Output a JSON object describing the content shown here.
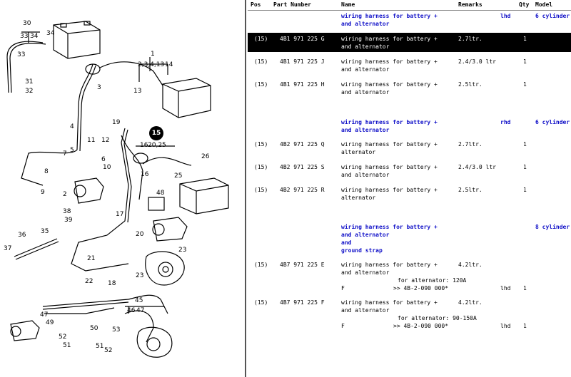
{
  "diagram": {
    "callouts": [
      "30",
      "33",
      "34",
      "34",
      "33",
      "31",
      "32",
      "1",
      "2,3,4,13",
      "14",
      "13",
      "3",
      "4",
      "19",
      "12",
      "11",
      "7",
      "5",
      "6",
      "8",
      "10",
      "9",
      "2",
      "15",
      "16",
      "20,25",
      "26",
      "25",
      "16",
      "48",
      "38",
      "39",
      "17",
      "36",
      "35",
      "37",
      "20",
      "23",
      "21",
      "22",
      "18",
      "23",
      "47",
      "45",
      "46",
      "47",
      "49",
      "50",
      "53",
      "52",
      "51",
      "51",
      "52"
    ],
    "highlighted_callout": "15"
  },
  "table": {
    "headers": {
      "pos": "Pos",
      "part": "Part Number",
      "name": "Name",
      "remarks": "Remarks",
      "qty": "Qty",
      "model": "Model"
    },
    "sections": [
      {
        "name1": "wiring harness for battery +",
        "name2": "and alternator",
        "side": "lhd",
        "model": "6 cylinder"
      },
      {
        "name1": "wiring harness for battery +",
        "name2": "and alternator",
        "side": "rhd",
        "model": "6 cylinder"
      },
      {
        "name1": "wiring harness for battery +",
        "name2": "and alternator",
        "name3": "and",
        "name4": "ground strap",
        "model": "8 cylinder"
      }
    ],
    "rows": [
      {
        "pos": "(15)",
        "part": "4B1 971 225 G",
        "name1": "wiring harness for battery +",
        "name2": "and alternator",
        "remarks": "2.7ltr.",
        "qty": "1"
      },
      {
        "pos": "(15)",
        "part": "4B1 971 225 J",
        "name1": "wiring harness for battery +",
        "name2": "and alternator",
        "remarks": "2.4/3.0 ltr",
        "qty": "1"
      },
      {
        "pos": "(15)",
        "part": "4B1 971 225 H",
        "name1": "wiring harness for battery +",
        "name2": "and alternator",
        "remarks": "2.5ltr.",
        "qty": "1"
      },
      {
        "pos": "(15)",
        "part": "4B2 971 225 Q",
        "name1": "wiring harness for battery +",
        "name2": "alternator",
        "remarks": "2.7ltr.",
        "qty": "1"
      },
      {
        "pos": "(15)",
        "part": "4B2 971 225 S",
        "name1": "wiring harness for battery +",
        "name2": "and alternator",
        "remarks": "2.4/3.0 ltr",
        "qty": "1"
      },
      {
        "pos": "(15)",
        "part": "4B2 971 225 R",
        "name1": "wiring harness for battery +",
        "name2": "alternator",
        "remarks": "2.5ltr.",
        "qty": "1"
      },
      {
        "pos": "(15)",
        "part": "4B7 971 225 E",
        "name1": "wiring harness for battery +",
        "name2": "and alternator",
        "remarks": "4.2ltr.",
        "note": "for alternator:  120A",
        "flag": "F",
        "ref": ">> 4B-2-090 000*",
        "side": "lhd",
        "qty": "1"
      },
      {
        "pos": "(15)",
        "part": "4B7 971 225 F",
        "name1": "wiring harness for battery +",
        "name2": "and alternator",
        "remarks": "4.2ltr.",
        "note": "for alternator:  90-150A",
        "flag": "F",
        "ref": ">> 4B-2-090 000*",
        "side": "lhd",
        "qty": "1"
      }
    ],
    "selected_row": 0
  },
  "colors": {
    "section_text": "#1010c8",
    "selection_bg": "#000000",
    "selection_text": "#ffffff"
  }
}
